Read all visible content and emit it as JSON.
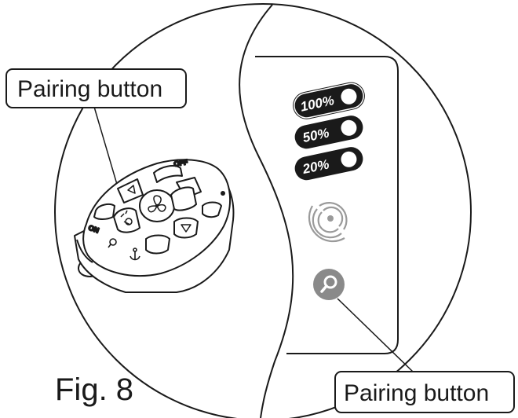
{
  "figure_label": "Fig. 8",
  "callouts": {
    "remote_pairing": "Pairing button",
    "panel_pairing": "Pairing button"
  },
  "remote": {
    "on_label": "ON",
    "off_label": "OFF"
  },
  "panel": {
    "levels": [
      "100%",
      "50%",
      "20%"
    ],
    "icons": [
      "signal-icon",
      "pairing-search-icon"
    ]
  },
  "colors": {
    "line": "#1a1a1a",
    "indicator_pill": "#1a1a1a",
    "pairing_button": "#8a8a8a",
    "signal_icon": "#9a9a9a"
  }
}
